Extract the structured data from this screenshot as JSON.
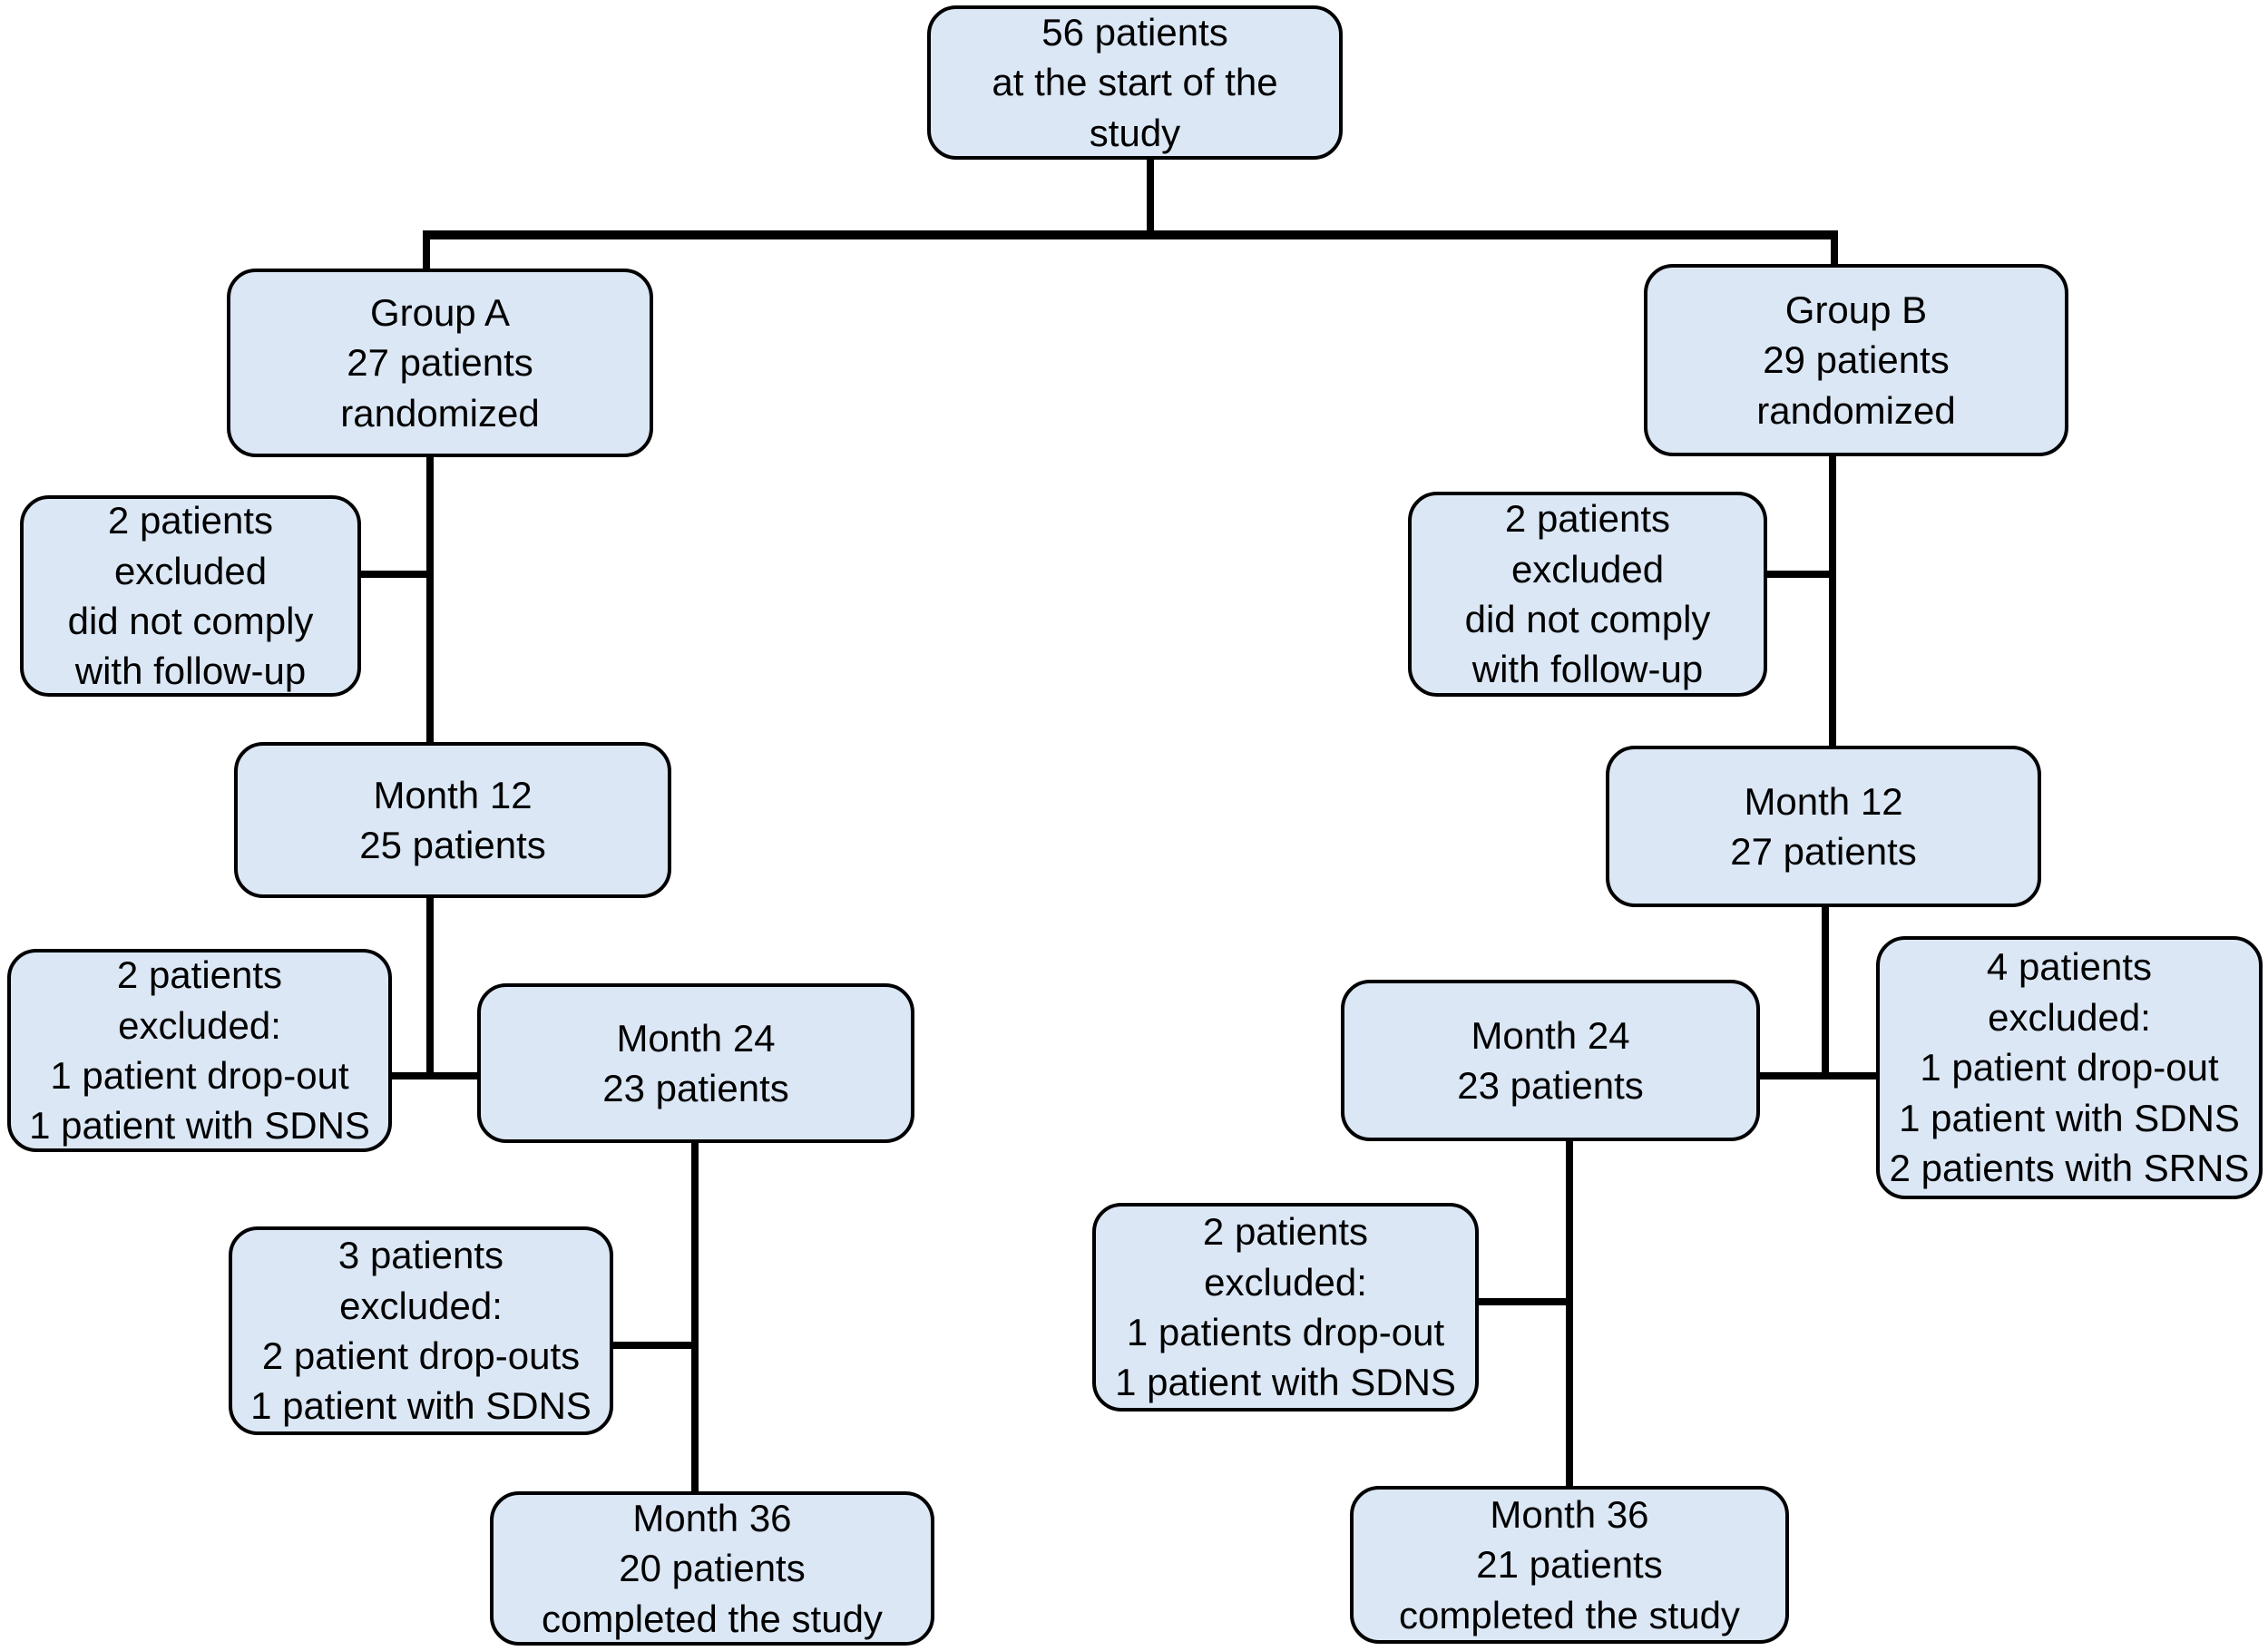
{
  "diagram": {
    "type": "flowchart",
    "description": "Patient flow diagram of a randomized study over 36 months with two groups",
    "colors": {
      "background": "#ffffff",
      "box_fill": "#dbe7f5",
      "box_border": "#000000",
      "connector": "#000000",
      "text": "#000000"
    },
    "nodes": {
      "start": {
        "lines": [
          "56 patients",
          "at the start of the",
          "study"
        ]
      },
      "group_a": {
        "lines": [
          "Group A",
          "27 patients",
          "randomized"
        ]
      },
      "group_b": {
        "lines": [
          "Group B",
          "29 patients",
          "randomized"
        ]
      },
      "excl_a_followup": {
        "lines": [
          "2 patients",
          "excluded",
          "did not comply",
          "with follow-up"
        ]
      },
      "excl_b_followup": {
        "lines": [
          "2 patients",
          "excluded",
          "did not comply",
          "with follow-up"
        ]
      },
      "month12_a": {
        "lines": [
          "Month 12",
          "25 patients"
        ]
      },
      "month12_b": {
        "lines": [
          "Month 12",
          "27 patients"
        ]
      },
      "excl_a_month24": {
        "lines": [
          "2 patients",
          "excluded:",
          "1 patient drop-out",
          "1 patient with SDNS"
        ]
      },
      "month24_a": {
        "lines": [
          "Month 24",
          "23 patients"
        ]
      },
      "month24_b": {
        "lines": [
          "Month 24",
          "23 patients"
        ]
      },
      "excl_b_month24": {
        "lines": [
          "4 patients",
          "excluded:",
          "1 patient drop-out",
          "1 patient with SDNS",
          "2 patients with SRNS"
        ]
      },
      "excl_a_month36": {
        "lines": [
          "3 patients",
          "excluded:",
          "2 patient drop-outs",
          "1 patient with SDNS"
        ]
      },
      "excl_b_month36": {
        "lines": [
          "2 patients",
          "excluded:",
          "1 patients drop-out",
          "1 patient with SDNS"
        ]
      },
      "month36_a": {
        "lines": [
          "Month 36",
          "20 patients",
          "completed the study"
        ]
      },
      "month36_b": {
        "lines": [
          "Month 36",
          "21 patients",
          "completed the study"
        ]
      }
    }
  }
}
